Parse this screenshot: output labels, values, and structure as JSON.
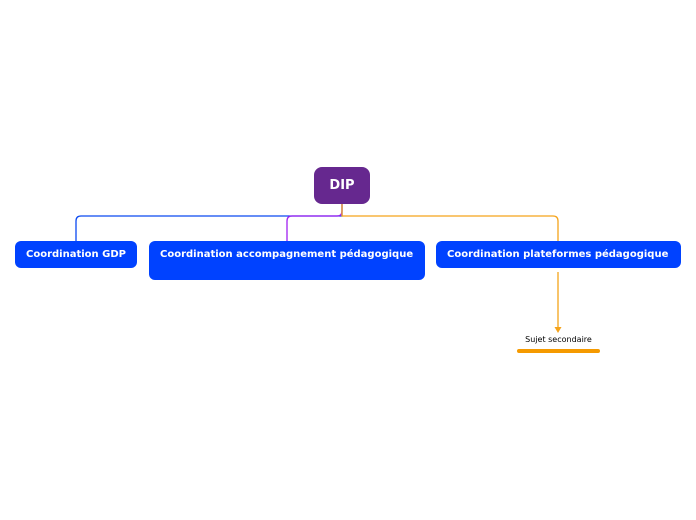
{
  "map": {
    "root": {
      "label": "DIP",
      "color": "#66288f"
    },
    "topics": [
      {
        "label": "Coordination GDP",
        "color": "#0042ff",
        "line_color": "#0a49f0"
      },
      {
        "label": "Coordination accompagnement pédagogique",
        "color": "#0042ff",
        "line_color": "#a020f0"
      },
      {
        "label": "Coordination plateformes pédagogique",
        "color": "#0042ff",
        "line_color": "#f5a31a"
      }
    ],
    "subtopics": [
      {
        "label": "Sujet secondaire",
        "parent": "Coordination plateformes pédagogique",
        "color": "#f59a00"
      }
    ]
  }
}
